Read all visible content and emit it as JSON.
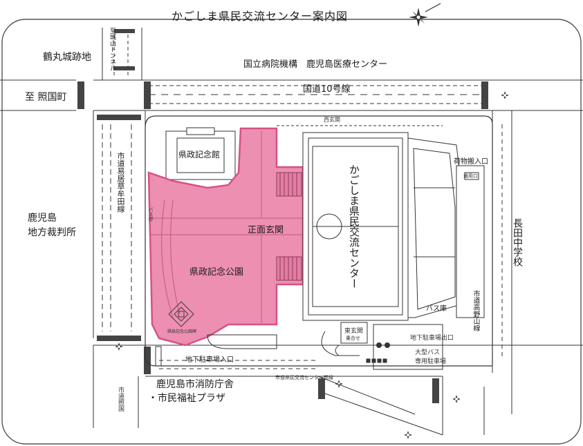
{
  "title": "かごしま県民交流センター案内図",
  "places": {
    "castle": "鶴丸城跡地",
    "tunnel": "至城山トンネル",
    "hospital": "国立病院機構　鹿児島医療センター",
    "route10": "国道10号線",
    "terukuni": "至 照国町",
    "memorial_hall": "県政記念館",
    "tram": "市道易居草牟田線",
    "court_1": "鹿児島",
    "court_2": "地方裁判所",
    "bus_stop": "バス停",
    "main_entrance": "正面玄関",
    "park": "県政記念公園",
    "center": "かごしま県民交流センター",
    "west_gate": "西玄関",
    "loading": "荷物搬入口",
    "passage": "通用口",
    "bus_garage": "バス庫",
    "east_gate": "東玄関",
    "drop_off": "乗合せ",
    "parking_exit": "地下駐車場出口",
    "large_bus": "大型バス",
    "staff_parking": "専用駐車場",
    "parking_entrance": "地下駐車場入口",
    "nagata": "長田中学校",
    "takanoyama": "市道高野山線",
    "fire_1": "鹿児島市消防庁舎",
    "fire_2": "・市民福祉プラザ",
    "tram2": "市道照国",
    "small_road": "市道県民交流センター前線",
    "park_small": "県政記念公園碑"
  },
  "colors": {
    "park": "#ec8fb0",
    "park_border": "#d94f86",
    "line": "#333333",
    "background": "#ffffff"
  },
  "icons": [
    "compass-icon",
    "traffic-light-icon"
  ]
}
